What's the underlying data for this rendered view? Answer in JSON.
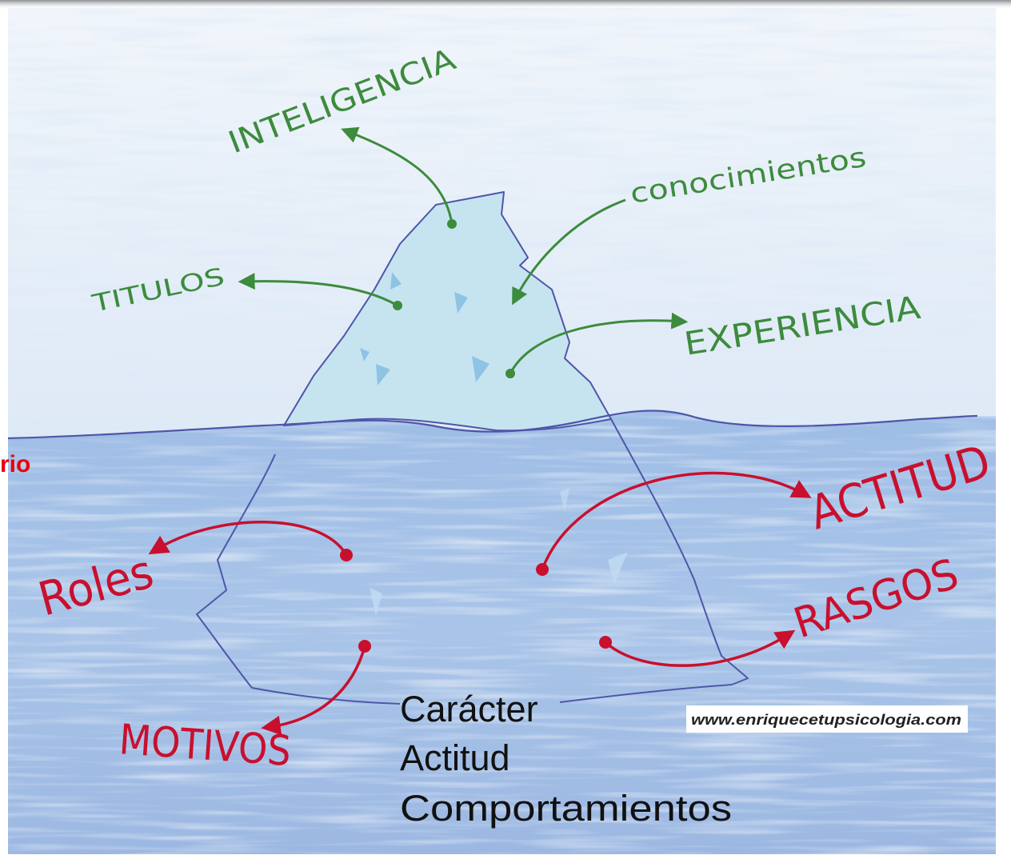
{
  "diagram": {
    "above_water": {
      "intelligence": "INTELIGENCIA",
      "knowledge": "conocimientos",
      "titles": "TITULOS",
      "experience": "EXPERIENCIA"
    },
    "below_water": {
      "attitude": "ACTITUD",
      "traits": "RASGOS",
      "roles": "Roles",
      "motives": "MOTIVOS"
    }
  },
  "side_label": "rio",
  "list": {
    "items": [
      "Carácter",
      "Actitud",
      "Comportamientos"
    ]
  },
  "watermark": "www.enriquecetupsicologia.com",
  "colors": {
    "above_water_labels": "#3d8b3d",
    "below_water_labels": "#c8102e",
    "side_label": "#e8000b",
    "water": "#a9c4e8",
    "iceberg_tip": "#c6e4f0",
    "outline": "#4f56a8"
  }
}
